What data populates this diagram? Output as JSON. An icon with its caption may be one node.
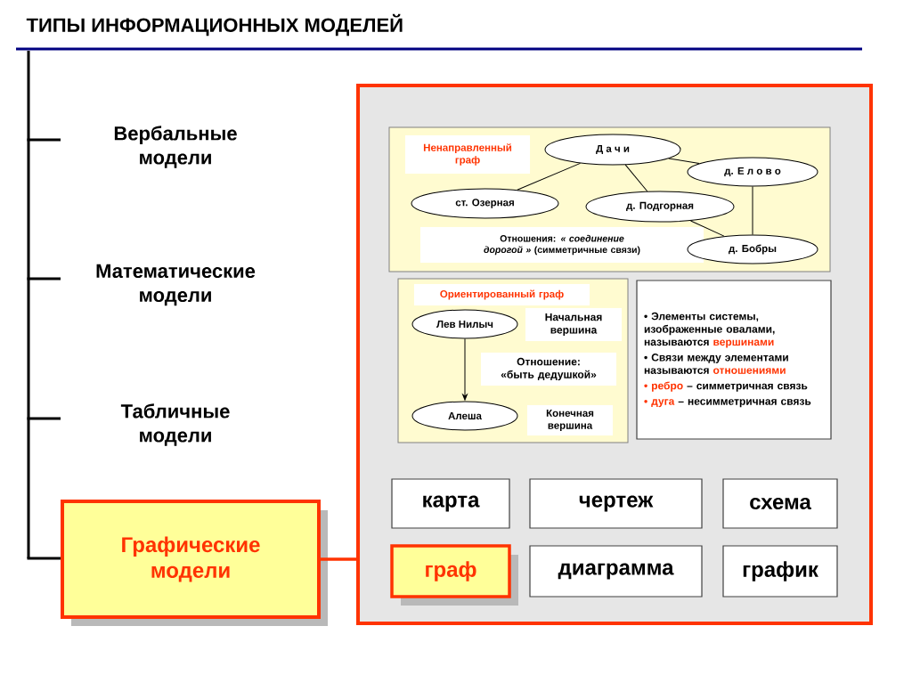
{
  "diagram": {
    "title": "ТИПЫ ИНФОРМАЦИОННЫХ МОДЕЛЕЙ",
    "nodes": [
      {
        "text": [
          "Графические модели"
        ]
      },
      {
        "text": [],
        "shape": "box"
      },
      {
        "text": [],
        "shape": "box",
        "in": 1
      },
      {
        "text": [
          "Ненаправленный граф"
        ],
        "in": 2
      },
      {
        "text": [
          "Д а ч и"
        ],
        "in": 2
      },
      {
        "text": [
          "д. Е л о в о"
        ],
        "in": 2
      },
      {
        "text": [
          "ст. Озерная"
        ],
        "in": 2
      },
      {
        "text": [
          "д. Подгорная"
        ],
        "in": 2
      },
      {
        "text": [
          "Отношения: *« соединение дорогой »* (симметричные связи)"
        ],
        "in": 2
      },
      {
        "text": [
          "д. Бобры"
        ],
        "in": 2
      },
      {
        "text": [],
        "shape": "box",
        "in": 1
      },
      {
        "text": [
          "Ориентированный граф"
        ],
        "in": 10
      },
      {
        "text": [
          "Лев Нилыч"
        ],
        "in": 10
      },
      {
        "text": [
          "Начальная вершина"
        ],
        "in": 10
      },
      {
        "text": [
          "Отношение: «быть дедушкой»"
        ],
        "in": 10
      },
      {
        "text": [
          "Алеша"
        ],
        "in": 10
      },
      {
        "text": [
          "Конечная вершина"
        ],
        "in": 10
      },
      {
        "text": [
          "• Элементы системы, изображенные овалами, называются",
          "вершинами",
          "• Связи между элементами называются",
          "отношениями",
          "• ребро",
          "– симметричная связь",
          "• дуга",
          "– несимметричная связь"
        ],
        "in": 1
      },
      {
        "text": [
          "карта"
        ],
        "in": 1
      },
      {
        "text": [
          "чертеж"
        ],
        "in": 1
      },
      {
        "text": [
          "схема"
        ],
        "in": 1
      },
      {
        "text": [
          "граф"
        ],
        "in": 1
      },
      {
        "text": [
          "диаграмма"
        ],
        "in": 1
      },
      {
        "text": [
          "график"
        ],
        "in": 1
      }
    ],
    "edges": [
      {
        "from": 0,
        "to": 1,
        "arrow": "none",
        "style": "thick",
        "color": "#ff3300"
      },
      {
        "from": 4,
        "to": 6,
        "arrow": "none"
      },
      {
        "from": 4,
        "to": 7,
        "arrow": "none"
      },
      {
        "from": 4,
        "to": 5,
        "arrow": "none"
      },
      {
        "from": 7,
        "to": 9,
        "arrow": "none"
      },
      {
        "from": 5,
        "to": 9,
        "arrow": "none"
      },
      {
        "from": 12,
        "to": 15,
        "arrow": "to"
      }
    ],
    "labels": [
      "Вербальные модели",
      "Математические модели",
      "Табличные модели"
    ]
  }
}
